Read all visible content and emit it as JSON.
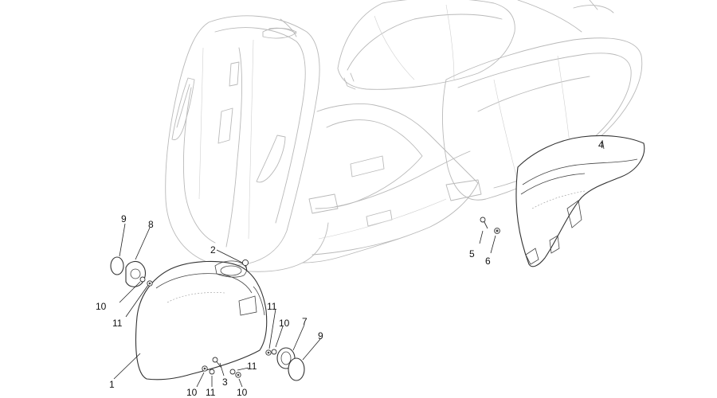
{
  "callouts": [
    {
      "id": "c1",
      "label": "1"
    },
    {
      "id": "c2",
      "label": "2"
    },
    {
      "id": "c3",
      "label": "3"
    },
    {
      "id": "c4",
      "label": "4"
    },
    {
      "id": "c5",
      "label": "5"
    },
    {
      "id": "c6",
      "label": "6"
    },
    {
      "id": "c7",
      "label": "7"
    },
    {
      "id": "c8",
      "label": "8"
    },
    {
      "id": "c9a",
      "label": "9"
    },
    {
      "id": "c9b",
      "label": "9"
    },
    {
      "id": "c10a",
      "label": "10"
    },
    {
      "id": "c10b",
      "label": "10"
    },
    {
      "id": "c10c",
      "label": "10"
    },
    {
      "id": "c10d",
      "label": "10"
    },
    {
      "id": "c11a",
      "label": "11"
    },
    {
      "id": "c11b",
      "label": "11"
    },
    {
      "id": "c11c",
      "label": "11"
    },
    {
      "id": "c11d",
      "label": "11"
    }
  ]
}
